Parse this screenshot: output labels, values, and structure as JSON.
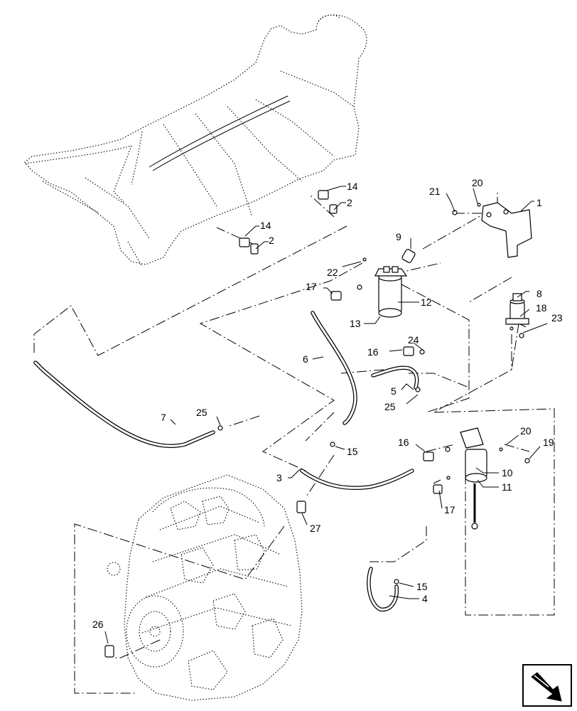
{
  "callouts": [
    {
      "id": "c1",
      "text": "1"
    },
    {
      "id": "c2a",
      "text": "2"
    },
    {
      "id": "c2b",
      "text": "2"
    },
    {
      "id": "c3",
      "text": "3"
    },
    {
      "id": "c4",
      "text": "4"
    },
    {
      "id": "c5",
      "text": "5"
    },
    {
      "id": "c6",
      "text": "6"
    },
    {
      "id": "c7",
      "text": "7"
    },
    {
      "id": "c8",
      "text": "8"
    },
    {
      "id": "c9",
      "text": "9"
    },
    {
      "id": "c10",
      "text": "10"
    },
    {
      "id": "c11",
      "text": "11"
    },
    {
      "id": "c12",
      "text": "12"
    },
    {
      "id": "c13",
      "text": "13"
    },
    {
      "id": "c14a",
      "text": "14"
    },
    {
      "id": "c14b",
      "text": "14"
    },
    {
      "id": "c15a",
      "text": "15"
    },
    {
      "id": "c15b",
      "text": "15"
    },
    {
      "id": "c16a",
      "text": "16"
    },
    {
      "id": "c16b",
      "text": "16"
    },
    {
      "id": "c17a",
      "text": "17"
    },
    {
      "id": "c17b",
      "text": "17"
    },
    {
      "id": "c18",
      "text": "18"
    },
    {
      "id": "c19",
      "text": "19"
    },
    {
      "id": "c20a",
      "text": "20"
    },
    {
      "id": "c20b",
      "text": "20"
    },
    {
      "id": "c21",
      "text": "21"
    },
    {
      "id": "c22",
      "text": "22"
    },
    {
      "id": "c23",
      "text": "23"
    },
    {
      "id": "c24",
      "text": "24"
    },
    {
      "id": "c25a",
      "text": "25"
    },
    {
      "id": "c25b",
      "text": "25"
    },
    {
      "id": "c26",
      "text": "26"
    },
    {
      "id": "c27",
      "text": "27"
    }
  ],
  "icons": {
    "navigation": "next-page-arrow-icon"
  }
}
